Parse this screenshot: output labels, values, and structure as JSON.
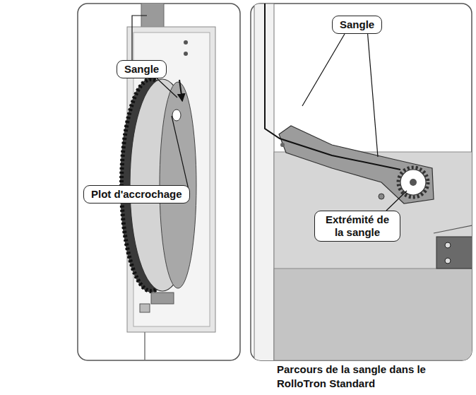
{
  "diagram": {
    "caption": "Parcours de la sangle dans le RolloTron Standard",
    "nodes": [
      {
        "text": [
          "Sangle"
        ]
      },
      {
        "text": [
          "Plot d'accrochage"
        ]
      },
      {
        "text": [
          "Sangle"
        ]
      },
      {
        "text": [
          "Extrémité de la sangle"
        ]
      }
    ]
  }
}
